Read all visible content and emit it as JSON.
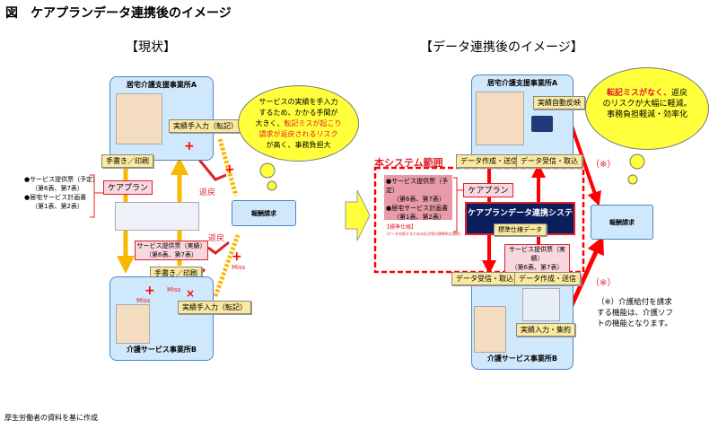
{
  "title": "図　ケアプランデータ連携後のイメージ",
  "current": {
    "header": "【現状】",
    "office_a": "居宅介護支援事業所A",
    "office_b": "介護サービス事業所B",
    "manual_entry": "実績手入力（転記）",
    "handwrite_print": "手書き／印刷",
    "care_plan": "ケアプラン",
    "docs": [
      "●サービス提供票（予定）",
      "（第6表、第7表）",
      "●居宅サービス計画書",
      "（第1表、第2表）"
    ],
    "service_slip": [
      "サービス提供票（実績）",
      "（第6表、第7表）"
    ],
    "return": "返戻",
    "miss": "Miss",
    "billing": "報酬請求",
    "cloud": [
      "サービスの実績を手入力",
      "するため、かかる手間が",
      "大きく、",
      "転記ミスが起こり",
      "請求が返戻されるリスク",
      "が高く、事務負担大"
    ]
  },
  "after": {
    "header": "【データ連携後のイメージ】",
    "office_a": "居宅介護支援事業所A",
    "office_b": "介護サービス事業所B",
    "auto_reflect": "実績自動反映",
    "scope_label": "本システム範囲",
    "create_send": "データ作成・送信",
    "receive_import": "データ受信・取込",
    "care_plan": "ケアプラン",
    "docs": [
      "●サービス提供票（予定）",
      "（第6表、第7表）",
      "●居宅サービス計画書",
      "（第1表、第2表）"
    ],
    "standard_spec": "【標準仕様】",
    "standard_spec_note": "（データ交換するための形式等の標準的な規約）",
    "system_name": "ケアプランデータ連携システ",
    "standard_data": "標準仕様データ",
    "service_slip": [
      "サービス提供票（実績）",
      "（第6表、第7表）"
    ],
    "input_aggregate": "実績入力・集約",
    "billing": "報酬請求",
    "note_mark": "（※）",
    "note": [
      "（※）介護給付を請求",
      "する機能は、介護ソフ",
      "トの機能となります。"
    ],
    "cloud": [
      "転記ミスがなく、",
      "返戻",
      "のリスクが大幅に軽減。",
      "事務負担軽減・効率化"
    ]
  },
  "footer": "厚生労働者の資料を基に作成"
}
